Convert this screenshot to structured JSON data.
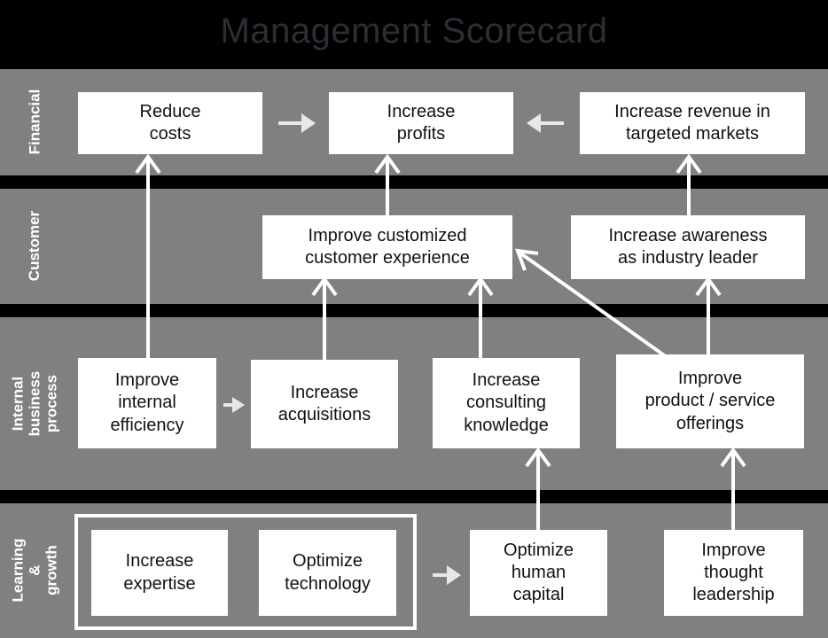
{
  "title": "Management Scorecard",
  "colors": {
    "background": "#000000",
    "band": "#808080",
    "node_fill": "#ffffff",
    "node_text": "#111111",
    "arrow": "#ffffff",
    "title_text": "#2d2d35",
    "label_text": "#ffffff"
  },
  "perspectives": [
    {
      "id": "financial",
      "label": "Financial"
    },
    {
      "id": "customer",
      "label": "Customer"
    },
    {
      "id": "internal",
      "label": "Internal business\nprocess"
    },
    {
      "id": "learning",
      "label": "Learning &\ngrowth"
    }
  ],
  "nodes": {
    "reduce_costs": "Reduce\ncosts",
    "increase_profits": "Increase\nprofits",
    "increase_revenue": "Increase revenue in\ntargeted markets",
    "improve_experience": "Improve customized\ncustomer experience",
    "increase_awareness": "Increase awareness\nas industry leader",
    "improve_efficiency": "Improve\ninternal\nefficiency",
    "increase_acquisitions": "Increase\nacquisitions",
    "increase_consulting": "Increase\nconsulting\nknowledge",
    "improve_product": "Improve\nproduct / service\nofferings",
    "increase_expertise": "Increase\nexpertise",
    "optimize_technology": "Optimize\ntechnology",
    "optimize_human_capital": "Optimize\nhuman\ncapital",
    "improve_thought": "Improve\nthought\nleadership"
  },
  "connections": [
    {
      "from": "reduce_costs",
      "to": "increase_profits",
      "kind": "horizontal-right-arrow"
    },
    {
      "from": "increase_revenue",
      "to": "increase_profits",
      "kind": "horizontal-left-arrow"
    },
    {
      "from": "improve_efficiency",
      "to": "reduce_costs",
      "kind": "vertical-up-arrow"
    },
    {
      "from": "improve_experience",
      "to": "increase_profits",
      "kind": "vertical-up-arrow"
    },
    {
      "from": "increase_awareness",
      "to": "increase_revenue",
      "kind": "vertical-up-arrow"
    },
    {
      "from": "increase_acquisitions",
      "to": "improve_experience",
      "kind": "vertical-up-arrow"
    },
    {
      "from": "increase_consulting",
      "to": "improve_experience",
      "kind": "vertical-up-arrow"
    },
    {
      "from": "improve_product",
      "to": "improve_experience",
      "kind": "diagonal-up-left-arrow"
    },
    {
      "from": "improve_product",
      "to": "increase_awareness",
      "kind": "vertical-up-arrow"
    },
    {
      "from": "improve_efficiency",
      "to": "increase_acquisitions",
      "kind": "horizontal-right-arrow"
    },
    {
      "from": "optimize_human_capital",
      "to": "increase_consulting",
      "kind": "vertical-up-arrow"
    },
    {
      "from": "improve_thought",
      "to": "improve_product",
      "kind": "vertical-up-arrow"
    },
    {
      "from": "learning_group",
      "to": "optimize_human_capital",
      "kind": "horizontal-right-arrow"
    }
  ]
}
